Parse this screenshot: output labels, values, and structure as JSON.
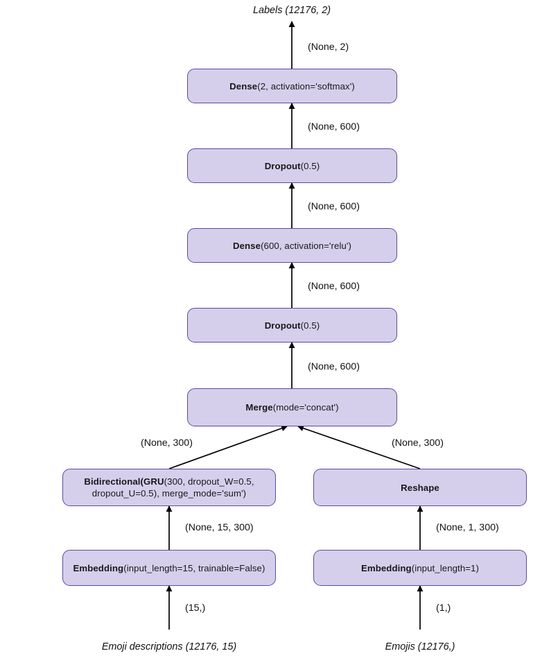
{
  "diagram": {
    "title": "Keras model architecture graph",
    "colors": {
      "node_fill": "#d6cfeb",
      "node_border": "#5b4a9e",
      "edge": "#000000",
      "text": "#111114",
      "background": "#ffffff"
    },
    "io_labels": {
      "output": "Labels (12176, 2)",
      "input_left": "Emoji descriptions (12176, 15)",
      "input_right": "Emojis (12176,)"
    },
    "nodes": {
      "dense_softmax": {
        "bold": "Dense",
        "rest": "(2, activation='softmax')"
      },
      "dropout_top": {
        "bold": "Dropout",
        "rest": "(0.5)"
      },
      "dense_relu": {
        "bold": "Dense",
        "rest": "(600, activation='relu')"
      },
      "dropout_mid": {
        "bold": "Dropout",
        "rest": "(0.5)"
      },
      "merge": {
        "bold": "Merge",
        "rest": "(mode='concat')"
      },
      "bidirectional_gru": {
        "bold": "Bidirectional(GRU",
        "rest": "(300, dropout_W=0.5,",
        "line2": "dropout_U=0.5), merge_mode='sum')"
      },
      "reshape": {
        "bold": "Reshape",
        "rest": ""
      },
      "embedding_left": {
        "bold": "Embedding",
        "rest": "(input_length=15, trainable=False)"
      },
      "embedding_right": {
        "bold": "Embedding",
        "rest": "(input_length=1)"
      }
    },
    "edge_labels": {
      "dense_softmax_to_output": "(None, 2)",
      "dropout_top_to_dense_softmax": "(None, 600)",
      "dense_relu_to_dropout_top": "(None, 600)",
      "dropout_mid_to_dense_relu": "(None, 600)",
      "merge_to_dropout_mid": "(None, 600)",
      "bidirectional_to_merge": "(None, 300)",
      "reshape_to_merge": "(None, 300)",
      "embedding_left_to_bidirectional": "(None, 15, 300)",
      "embedding_right_to_reshape": "(None, 1, 300)",
      "input_left_to_embedding": "(15,)",
      "input_right_to_embedding": "(1,)"
    }
  }
}
